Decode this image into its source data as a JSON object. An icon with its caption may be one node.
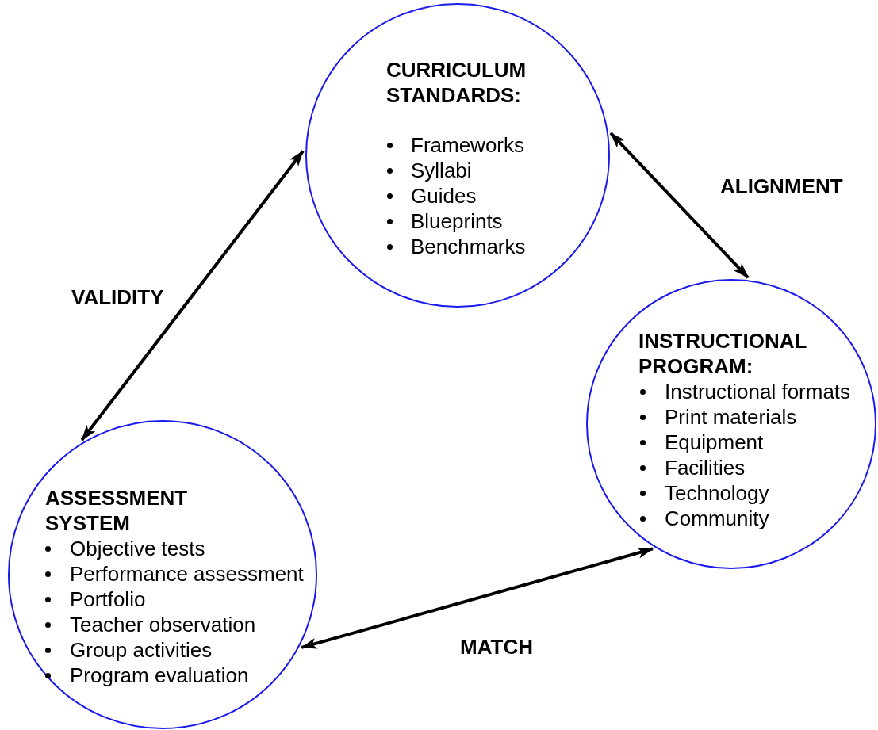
{
  "diagram": {
    "nodes": [
      {
        "text": [
          "CURRICULUM STANDARDS:",
          "Frameworks",
          "Syllabi",
          "Guides",
          "Blueprints",
          "Benchmarks"
        ]
      },
      {
        "text": [
          "INSTRUCTIONAL PROGRAM:",
          "Instructional formats",
          "Print materials",
          "Equipment",
          "Facilities",
          "Technology",
          "Community"
        ]
      },
      {
        "text": [
          "ASSESSMENT SYSTEM",
          "Objective tests",
          "Performance assessment",
          "Portfolio",
          "Teacher observation",
          "Group activities",
          "Program evaluation"
        ]
      }
    ],
    "edges": [
      {
        "from": 0,
        "to": 1,
        "arrow": "both",
        "label": "ALIGNMENT"
      },
      {
        "from": 1,
        "to": 2,
        "arrow": "both",
        "label": "MATCH"
      },
      {
        "from": 2,
        "to": 0,
        "arrow": "both",
        "label": "VALIDITY"
      }
    ]
  }
}
